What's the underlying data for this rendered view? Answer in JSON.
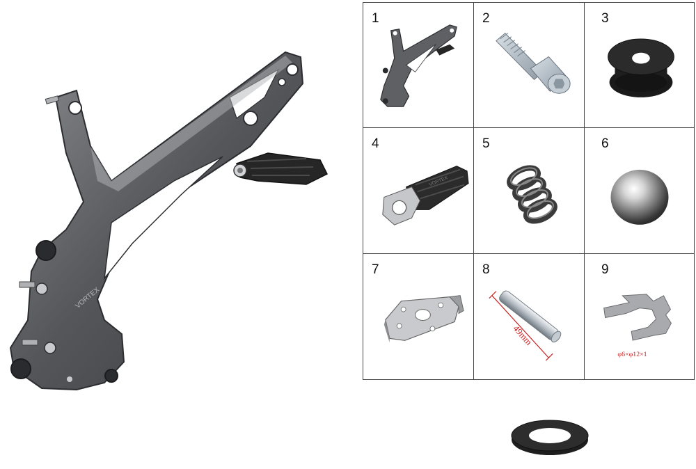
{
  "parts": [
    {
      "number": "1",
      "icon": "footpeg-bracket-icon"
    },
    {
      "number": "2",
      "icon": "hex-socket-bolt-icon"
    },
    {
      "number": "3",
      "icon": "rubber-grommet-icon"
    },
    {
      "number": "4",
      "icon": "foot-peg-icon",
      "engraving": "VORTEX"
    },
    {
      "number": "5",
      "icon": "coil-spring-icon"
    },
    {
      "number": "6",
      "icon": "steel-ball-icon"
    },
    {
      "number": "7",
      "icon": "detent-plate-icon"
    },
    {
      "number": "8",
      "icon": "pivot-pin-icon",
      "dimension": "49mm"
    },
    {
      "number": "9",
      "icon": "e-clip-icon",
      "dimension": "φ6×φ12×1"
    }
  ],
  "extra_part": {
    "icon": "flat-washer-icon"
  },
  "hero": {
    "icon": "assembled-footpeg-bracket-icon",
    "engraving": "VORTEX"
  },
  "colors": {
    "metal": "#5f6064",
    "metal_light": "#9a9ca0",
    "rubber": "#232323",
    "dimension_red": "#cc1f1f",
    "grid_line": "#444444"
  }
}
